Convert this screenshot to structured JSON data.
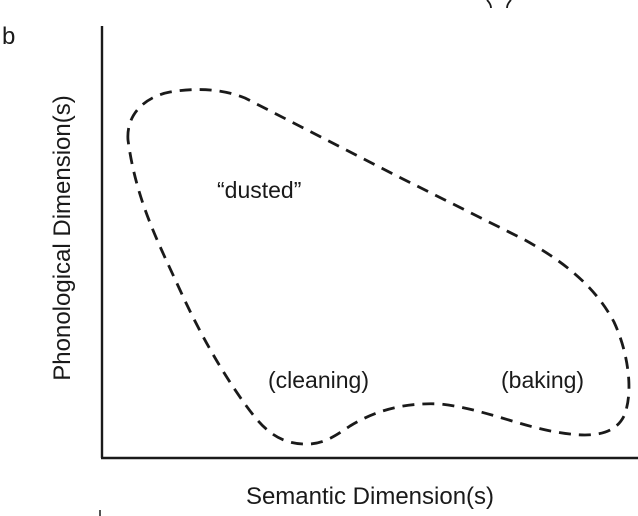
{
  "panel_label": "b",
  "axes": {
    "x_label": "Semantic Dimension(s)",
    "y_label": "Phonological Dimension(s)"
  },
  "region": {
    "outline_style": "dashed",
    "stroke_color": "#1a1a1a"
  },
  "labels": {
    "center": "“dusted”",
    "left_lobe": "(cleaning)",
    "right_lobe": "(baking)"
  },
  "colors": {
    "ink": "#1a1a1a",
    "background": "#ffffff"
  }
}
